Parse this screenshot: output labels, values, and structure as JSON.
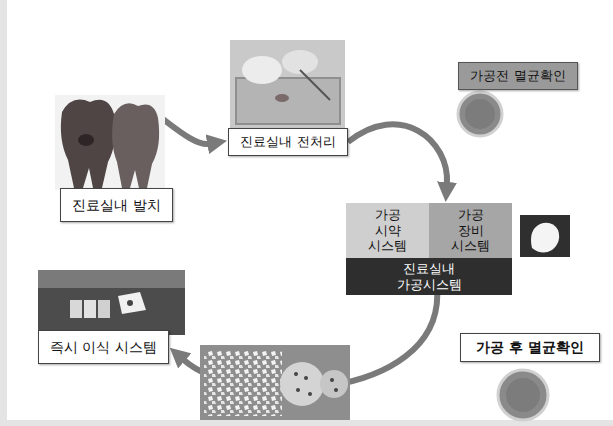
{
  "diagram": {
    "nodes": [
      {
        "text": [
          "진료실내 발치"
        ]
      },
      {
        "text": [
          "진료실내 전처리"
        ]
      },
      {
        "text": [
          "가공전 멸균확인"
        ]
      },
      {
        "text": [
          "진료실내 가공시스템"
        ]
      },
      {
        "text": [
          "가공 시약 시스템"
        ],
        "in": 3
      },
      {
        "text": [
          "가공 장비 시스템"
        ],
        "in": 3
      },
      {
        "text": [
          "가공 후 멸균확인"
        ]
      },
      {
        "text": [
          "즉시 이식 시스템"
        ]
      }
    ],
    "edges": [
      {
        "from": 0,
        "to": 1,
        "arrow": "to"
      },
      {
        "from": 1,
        "to": 3,
        "arrow": "to"
      },
      {
        "from": 3,
        "to": 7,
        "arrow": "to"
      }
    ]
  }
}
